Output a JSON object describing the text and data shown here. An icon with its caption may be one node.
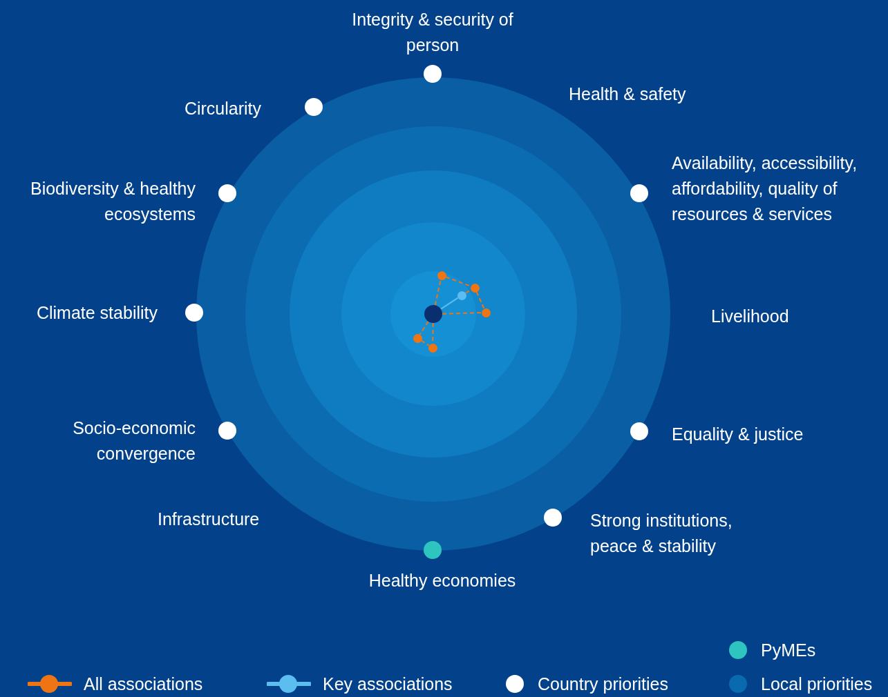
{
  "diagram": {
    "nodes": [
      {
        "text": [
          "Integrity & security of person"
        ]
      },
      {
        "text": [
          "Circularity"
        ]
      },
      {
        "text": [
          "Availability, accessibility, affordability, quality of resources & services"
        ]
      },
      {
        "text": [
          "Biodiversity & healthy ecosystems"
        ]
      },
      {
        "text": [
          "Climate stability"
        ]
      },
      {
        "text": [
          "Socio-economic convergence"
        ]
      },
      {
        "text": [
          "Equality & justice"
        ]
      },
      {
        "text": [
          "Strong institutions, peace & stability"
        ]
      },
      {
        "text": [
          "Healthy economies"
        ]
      },
      {
        "text": [],
        "shape": "circle"
      },
      {
        "text": [],
        "shape": "circle"
      },
      {
        "text": [],
        "shape": "circle"
      },
      {
        "text": [],
        "shape": "circle"
      },
      {
        "text": [],
        "shape": "circle"
      },
      {
        "text": [],
        "shape": "circle"
      },
      {
        "text": [],
        "shape": "circle"
      }
    ],
    "edges": [
      {
        "from": 9,
        "to": 10,
        "arrow": "none",
        "style": "dashed"
      },
      {
        "from": 10,
        "to": 11,
        "arrow": "none",
        "style": "dashed"
      },
      {
        "from": 9,
        "to": 12,
        "arrow": "none",
        "color": "#5bbdf0"
      },
      {
        "from": 12,
        "to": 11,
        "arrow": "none",
        "style": "dashed"
      },
      {
        "from": 11,
        "to": 13,
        "arrow": "none",
        "style": "dashed"
      },
      {
        "from": 9,
        "to": 13,
        "arrow": "none",
        "style": "dashed"
      },
      {
        "from": 9,
        "to": 14,
        "arrow": "none",
        "style": "dashed"
      },
      {
        "from": 14,
        "to": 15,
        "arrow": "none",
        "style": "dashed"
      },
      {
        "from": 9,
        "to": 15,
        "arrow": "none",
        "style": "dashed"
      }
    ],
    "labels": [
      "Health & safety",
      "Livelihood",
      "Infrastructure"
    ],
    "legend": [
      {
        "text": "All associations"
      },
      {
        "text": "Key associations"
      },
      {
        "text": "Country priorities",
        "color": "#ffffff"
      },
      {
        "text": "PyMEs",
        "color": "#2ec4c0"
      },
      {
        "text": "Local priorities",
        "color": "#0a6ab0"
      }
    ]
  }
}
